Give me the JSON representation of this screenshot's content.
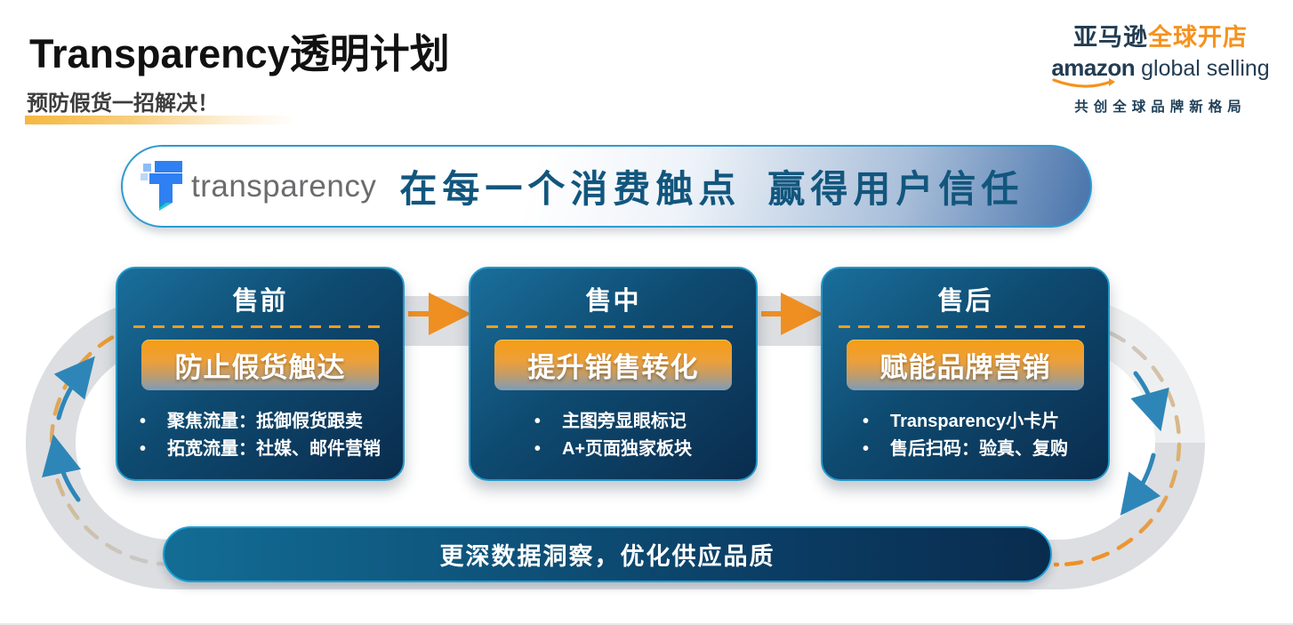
{
  "header": {
    "title": "Transparency透明计划",
    "subtitle": "预防假货一招解决！",
    "brand": {
      "line1_navy": "亚马逊",
      "line1_orange": "全球开店",
      "wordmark": "amazon",
      "wordmark_rest": "global selling",
      "tagline": "共创全球品牌新格局"
    }
  },
  "banner": {
    "logo_word": "transparency",
    "slogan_part1": "在每一个消费触点",
    "slogan_part2": "赢得用户信任"
  },
  "cards": [
    {
      "stage": "售前",
      "highlight": "防止假货触达",
      "bullets": [
        "聚焦流量：抵御假货跟卖",
        "拓宽流量：社媒、邮件营销"
      ]
    },
    {
      "stage": "售中",
      "highlight": "提升销售转化",
      "bullets": [
        "主图旁显眼标记",
        "A+页面独家板块"
      ]
    },
    {
      "stage": "售后",
      "highlight": "赋能品牌营销",
      "bullets": [
        "Transparency小卡片",
        "售后扫码：验真、复购"
      ]
    }
  ],
  "footer_banner": {
    "text": "更深数据洞察，优化供应品质"
  },
  "colors": {
    "accent_orange": "#f0932a",
    "card_blue_top": "#1a6f9c",
    "card_blue_bottom": "#0a2c4d",
    "card_border_cyan": "#2497c8",
    "slogan_blue": "#12567d",
    "brand_navy": "#233c52",
    "brand_orange": "#f6921e",
    "track_gray": "#dcdee1",
    "arrow_blue": "#2e86b8"
  }
}
